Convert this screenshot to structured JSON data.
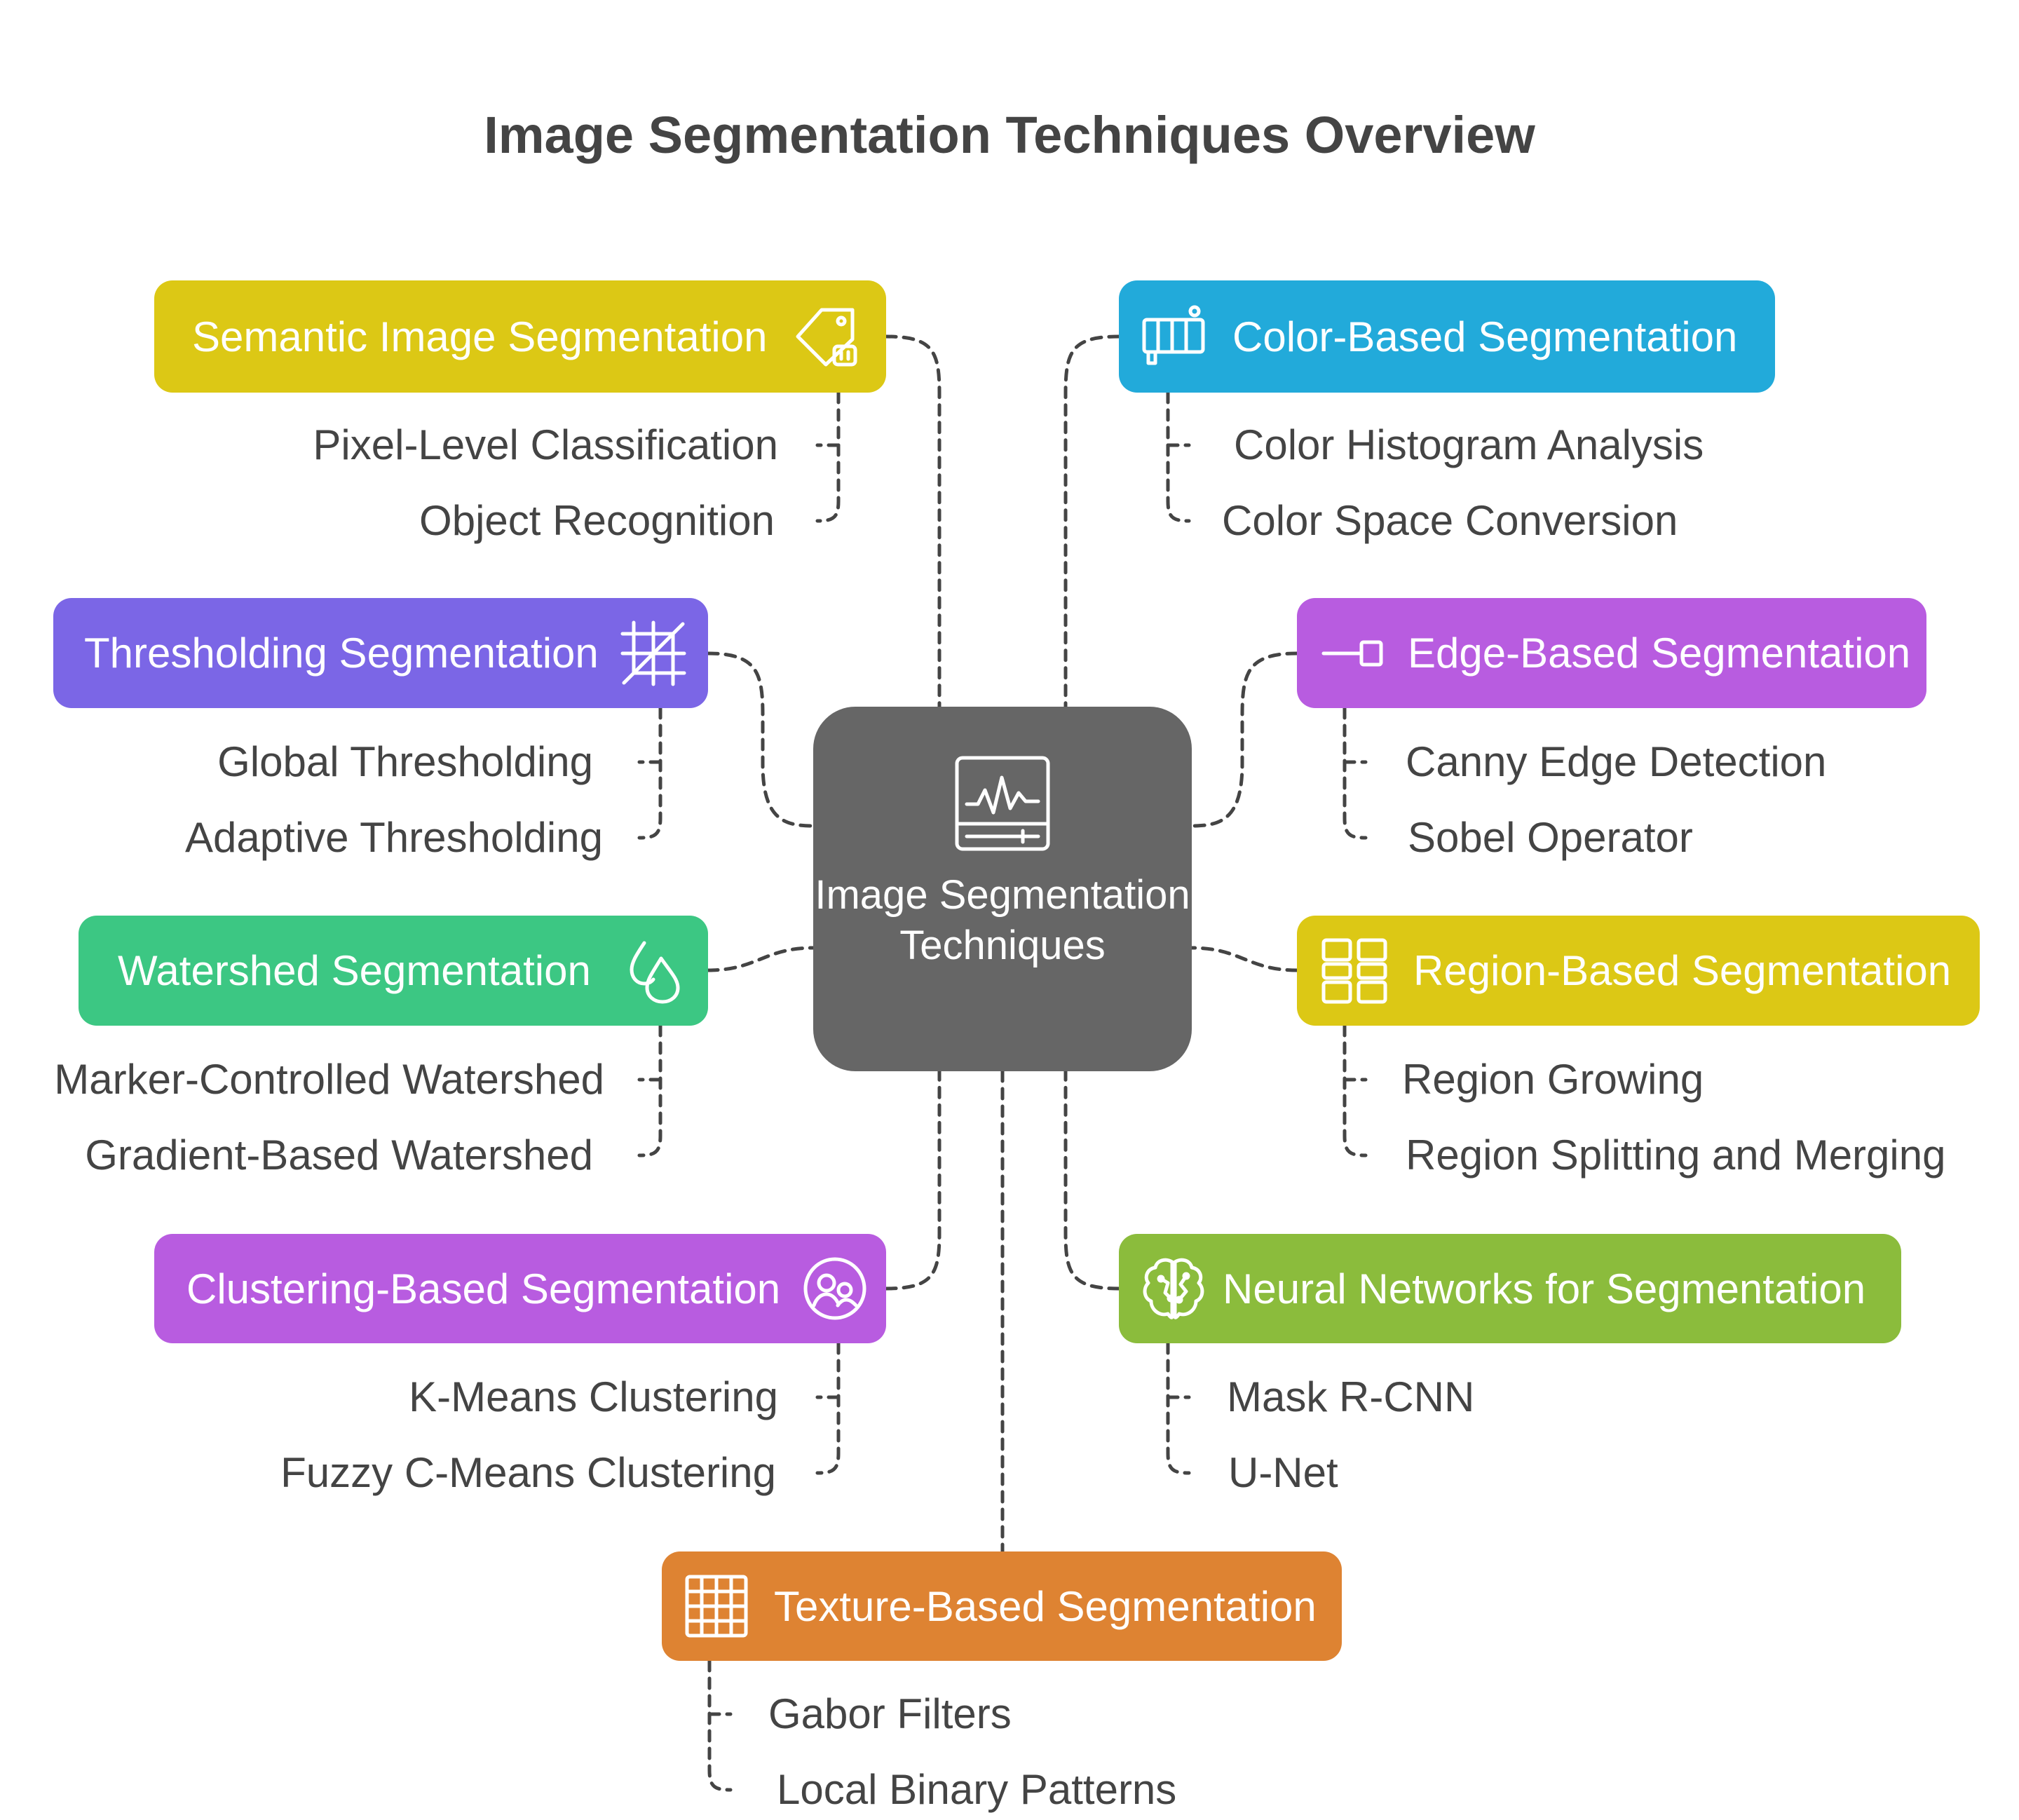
{
  "title": "Image Segmentation Techniques Overview",
  "center": {
    "label": "Image Segmentation Techniques",
    "icon": "monitor-waveform-icon"
  },
  "colors": {
    "center": "#666666",
    "connector": "#444444",
    "text": "#444444"
  },
  "categories": [
    {
      "id": "semantic",
      "label": "Semantic Image Segmentation",
      "color": "#DCC815",
      "icon": "tag-icon",
      "items": [
        "Pixel-Level Classification",
        "Object Recognition"
      ]
    },
    {
      "id": "color",
      "label": "Color-Based Segmentation",
      "color": "#22AADA",
      "icon": "color-palette-icon",
      "items": [
        "Color Histogram Analysis",
        "Color Space Conversion"
      ]
    },
    {
      "id": "threshold",
      "label": "Thresholding Segmentation",
      "color": "#7B66E6",
      "icon": "crop-grid-icon",
      "items": [
        "Global Thresholding",
        "Adaptive Thresholding"
      ]
    },
    {
      "id": "edge",
      "label": "Edge-Based Segmentation",
      "color": "#B85CE0",
      "icon": "line-node-icon",
      "items": [
        "Canny Edge Detection",
        "Sobel Operator"
      ]
    },
    {
      "id": "watershed",
      "label": "Watershed Segmentation",
      "color": "#3CC783",
      "icon": "droplets-icon",
      "items": [
        "Marker-Controlled Watershed",
        "Gradient-Based Watershed"
      ]
    },
    {
      "id": "region",
      "label": "Region-Based Segmentation",
      "color": "#DCC815",
      "icon": "grid-blocks-icon",
      "items": [
        "Region Growing",
        "Region Splitting and Merging"
      ]
    },
    {
      "id": "cluster",
      "label": "Clustering-Based Segmentation",
      "color": "#B85CE0",
      "icon": "users-circle-icon",
      "items": [
        "K-Means Clustering",
        "Fuzzy C-Means Clustering"
      ]
    },
    {
      "id": "neural",
      "label": "Neural Networks for Segmentation",
      "color": "#8BBC3C",
      "icon": "brain-icon",
      "items": [
        "Mask R-CNN",
        "U-Net"
      ]
    },
    {
      "id": "texture",
      "label": "Texture-Based Segmentation",
      "color": "#DE8332",
      "icon": "texture-grid-icon",
      "items": [
        "Gabor Filters",
        "Local Binary Patterns"
      ]
    }
  ]
}
